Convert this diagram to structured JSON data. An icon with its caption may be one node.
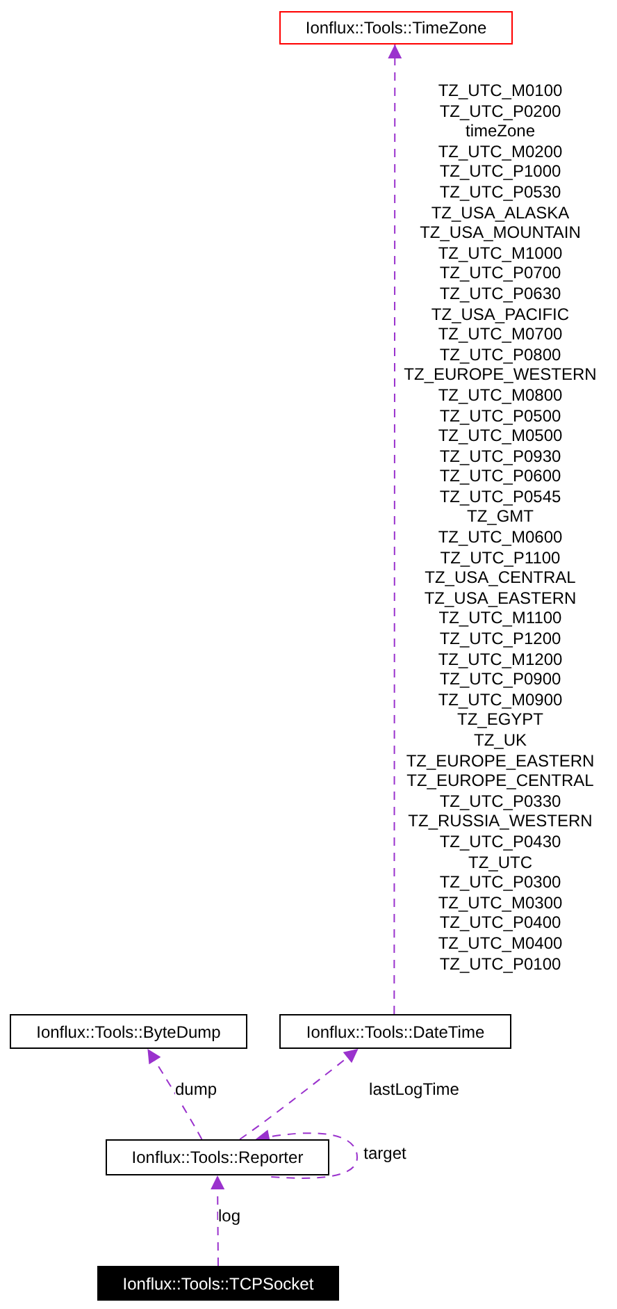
{
  "diagram": {
    "nodes": [
      {
        "text": [
          "Ionflux::Tools::TimeZone"
        ]
      },
      {
        "text": [
          "Ionflux::Tools::ByteDump"
        ]
      },
      {
        "text": [
          "Ionflux::Tools::DateTime"
        ]
      },
      {
        "text": [
          "Ionflux::Tools::Reporter"
        ]
      },
      {
        "text": [
          "Ionflux::Tools::TCPSocket"
        ]
      }
    ],
    "edges": [
      {
        "from": 2,
        "to": 0,
        "arrow": "to",
        "style": "dashed",
        "label": "TZ_UTC_M0100 TZ_UTC_P0200 timeZone TZ_UTC_M0200 TZ_UTC_P1000 TZ_UTC_P0530 TZ_USA_ALASKA TZ_USA_MOUNTAIN TZ_UTC_M1000 TZ_UTC_P0700 TZ_UTC_P0630 TZ_USA_PACIFIC TZ_UTC_M0700 TZ_UTC_P0800 TZ_EUROPE_WESTERN TZ_UTC_M0800 TZ_UTC_P0500 TZ_UTC_M0500 TZ_UTC_P0930 TZ_UTC_P0600 TZ_UTC_P0545 TZ_GMT TZ_UTC_M0600 TZ_UTC_P1100 TZ_USA_CENTRAL TZ_USA_EASTERN TZ_UTC_M1100 TZ_UTC_P1200 TZ_UTC_M1200 TZ_UTC_P0900 TZ_UTC_M0900 TZ_EGYPT TZ_UK TZ_EUROPE_EASTERN TZ_EUROPE_CENTRAL TZ_UTC_P0330 TZ_RUSSIA_WESTERN TZ_UTC_P0430 TZ_UTC TZ_UTC_P0300 TZ_UTC_M0300 TZ_UTC_P0400 TZ_UTC_M0400 TZ_UTC_P0100"
      },
      {
        "from": 3,
        "to": 1,
        "arrow": "to",
        "style": "dashed",
        "label": "dump"
      },
      {
        "from": 3,
        "to": 2,
        "arrow": "to",
        "style": "dashed",
        "label": "lastLogTime"
      },
      {
        "from": 3,
        "to": 3,
        "arrow": "to",
        "style": "dashed",
        "label": "target"
      },
      {
        "from": 4,
        "to": 3,
        "arrow": "to",
        "style": "dashed",
        "label": "log"
      }
    ]
  }
}
